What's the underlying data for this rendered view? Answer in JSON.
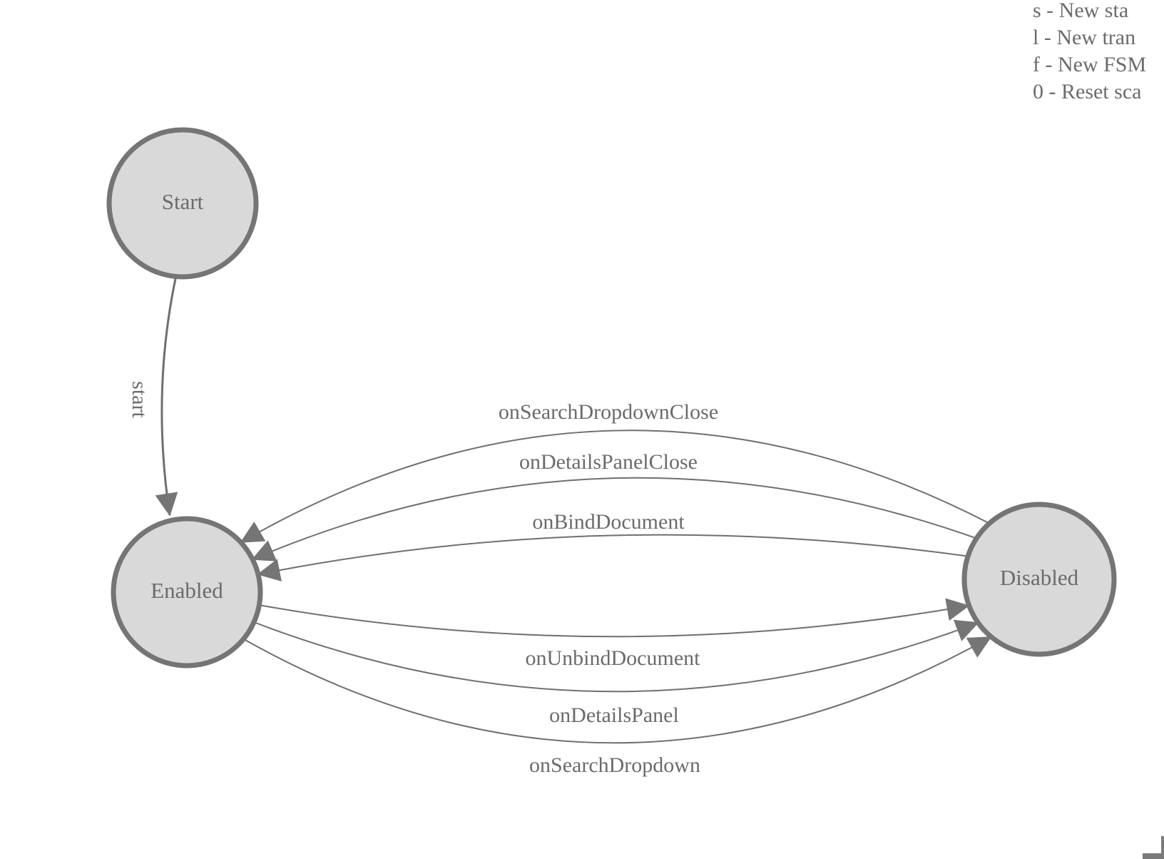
{
  "legend": {
    "lines": [
      "s - New sta",
      "l - New tran",
      "f - New FSM",
      "0 - Reset sca"
    ]
  },
  "diagram": {
    "type": "state-machine",
    "nodes": [
      {
        "id": "start",
        "label": "Start"
      },
      {
        "id": "enabled",
        "label": "Enabled"
      },
      {
        "id": "disabled",
        "label": "Disabled"
      }
    ],
    "edges": [
      {
        "from": "start",
        "to": "enabled",
        "label": "start"
      },
      {
        "from": "disabled",
        "to": "enabled",
        "label": "onSearchDropdownClose"
      },
      {
        "from": "disabled",
        "to": "enabled",
        "label": "onDetailsPanelClose"
      },
      {
        "from": "disabled",
        "to": "enabled",
        "label": "onBindDocument"
      },
      {
        "from": "enabled",
        "to": "disabled",
        "label": "onUnbindDocument"
      },
      {
        "from": "enabled",
        "to": "disabled",
        "label": "onDetailsPanel"
      },
      {
        "from": "enabled",
        "to": "disabled",
        "label": "onSearchDropdown"
      }
    ],
    "colors": {
      "node_fill": "#d9d9d9",
      "node_stroke": "#757575",
      "edge_stroke": "#6f6f6f",
      "text": "#6b6b6b"
    }
  }
}
